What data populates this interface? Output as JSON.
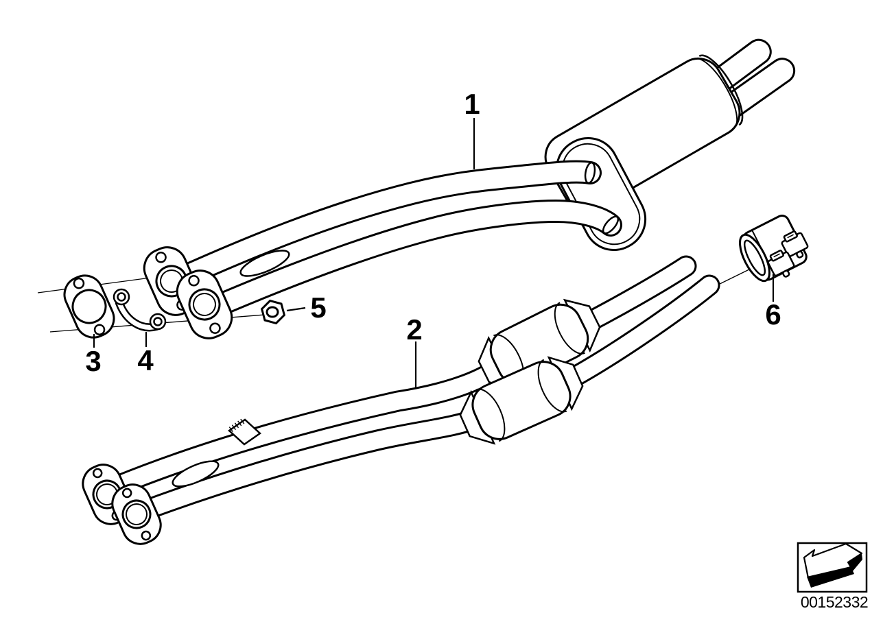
{
  "diagram": {
    "background_color": "#ffffff",
    "line_color": "#000000",
    "callouts": [
      "1",
      "2",
      "3",
      "4",
      "5",
      "6"
    ],
    "stamp": {
      "image_number": "00152332",
      "icon": "direction-arrow-down-left"
    }
  }
}
